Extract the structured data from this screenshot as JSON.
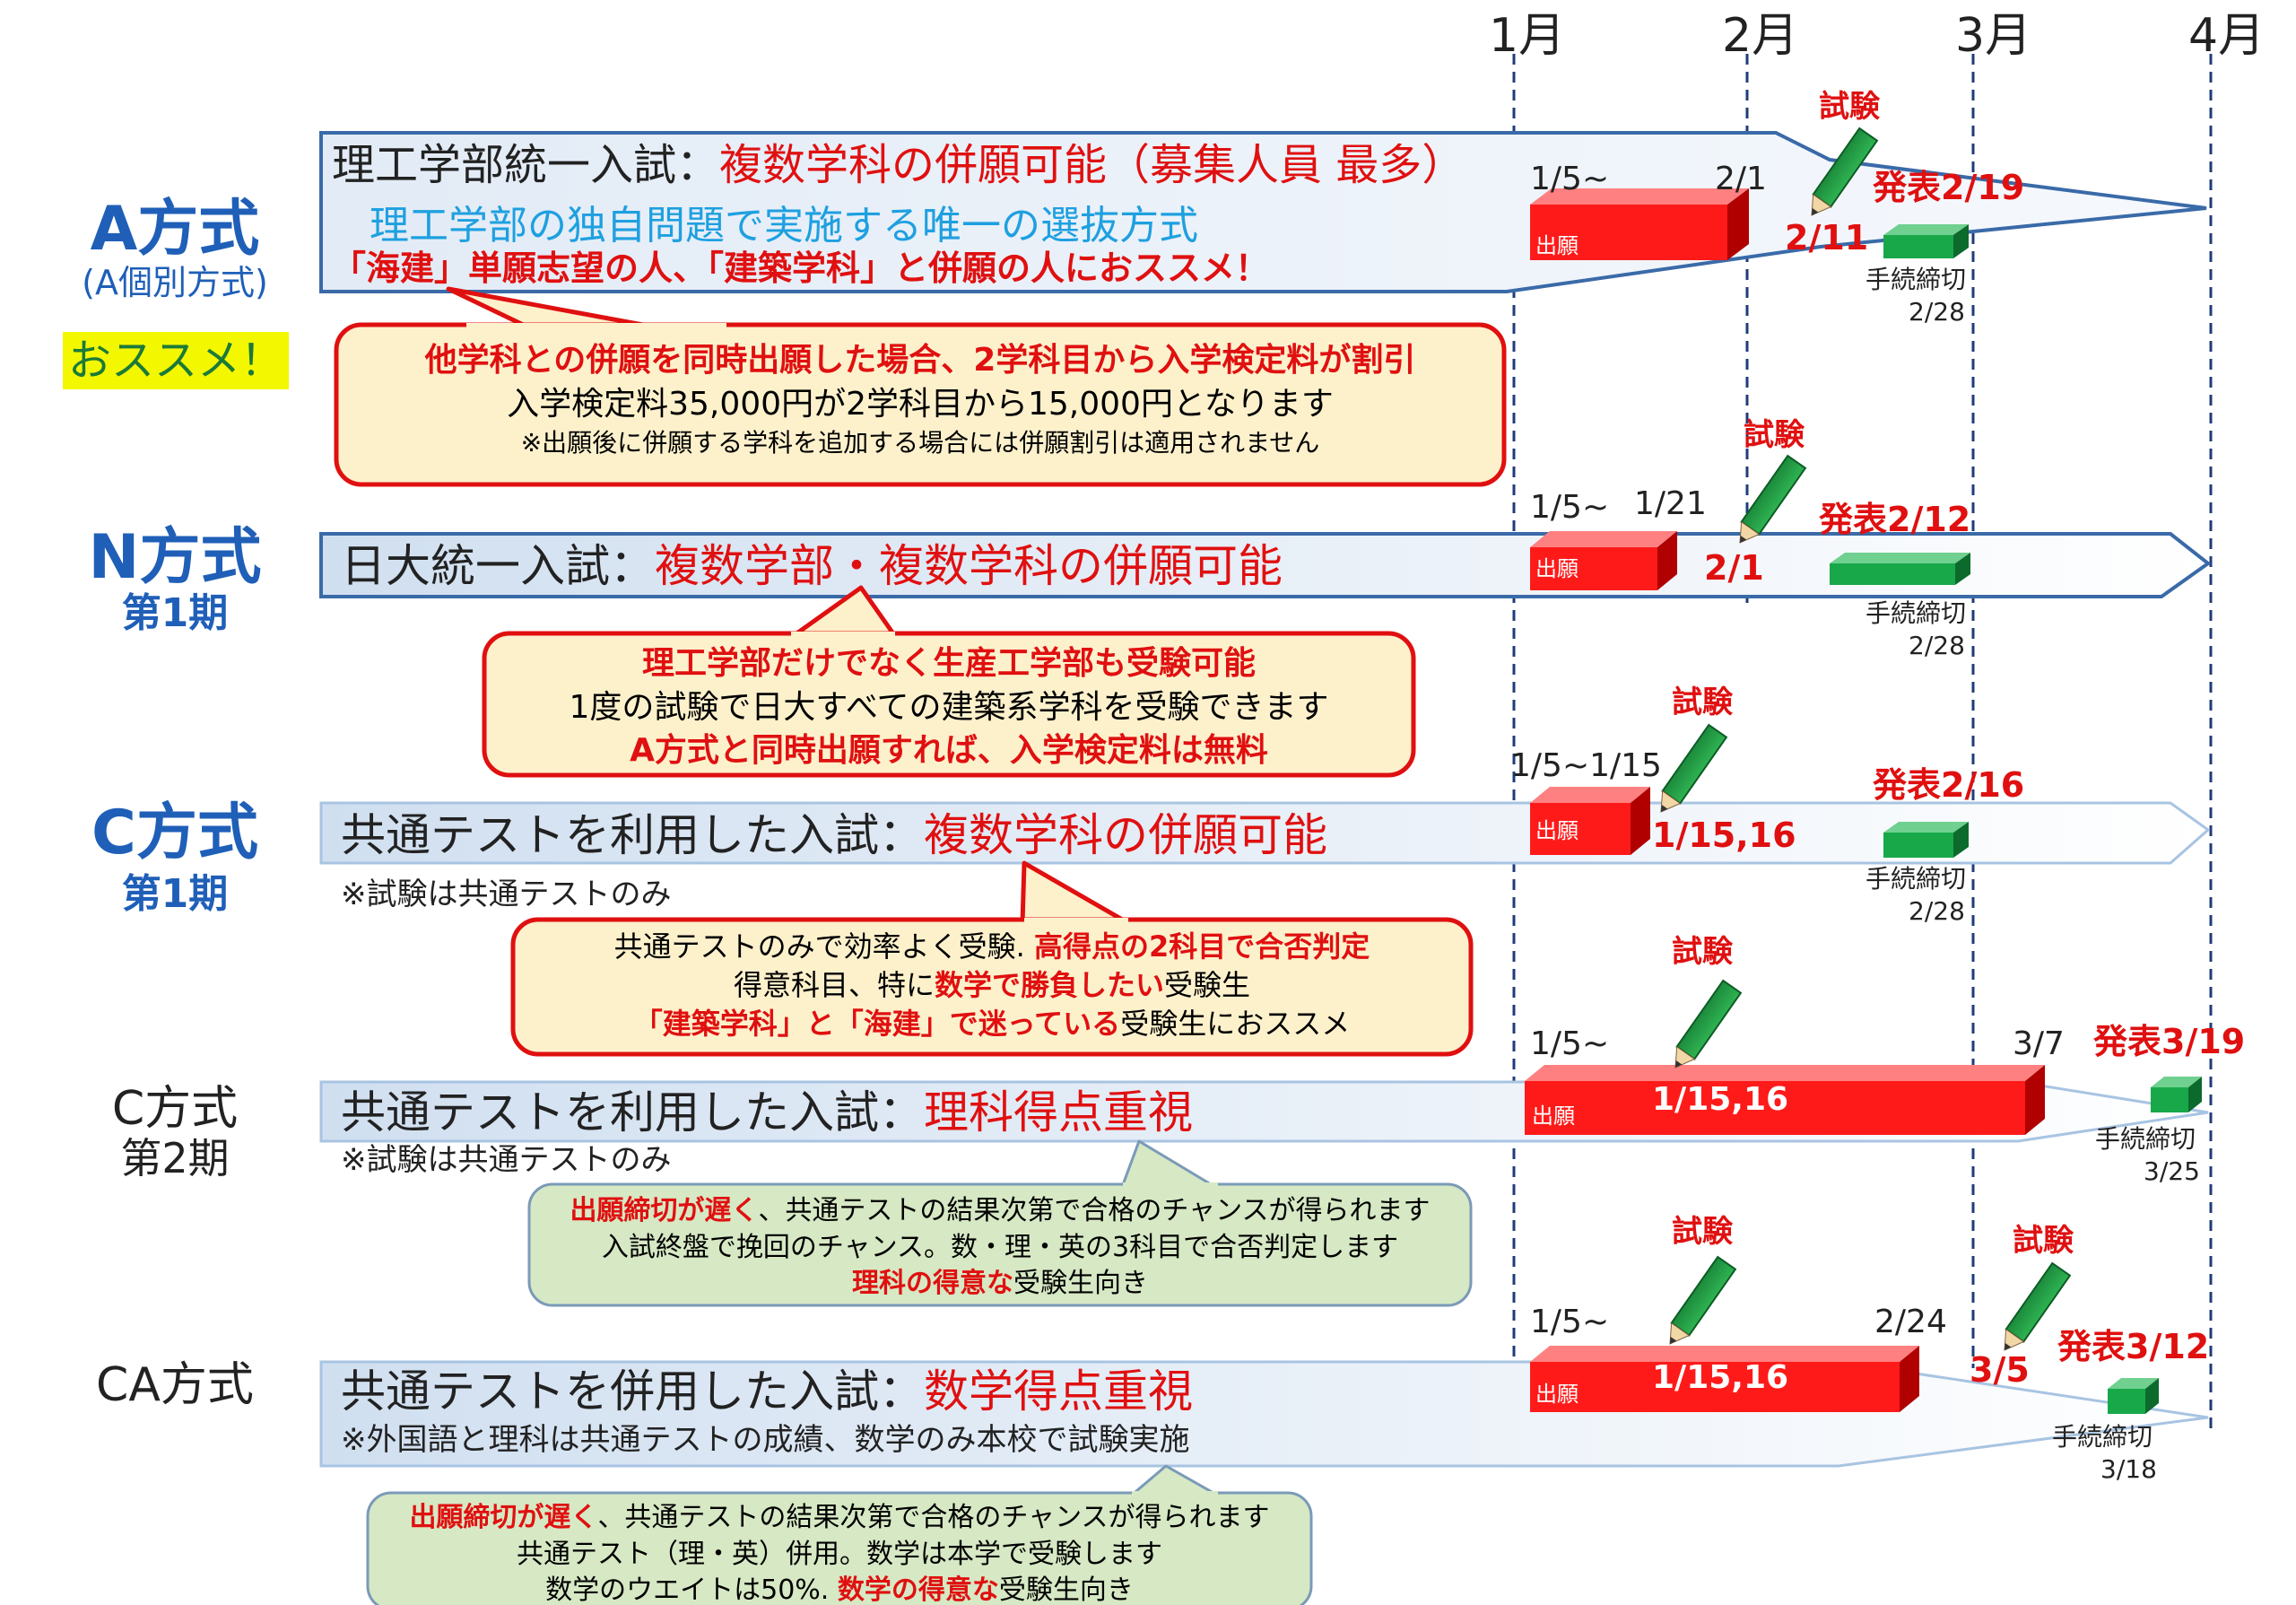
{
  "months": [
    "1月",
    "2月",
    "3月",
    "4月"
  ],
  "recommend_badge": "おススメ！",
  "methods": {
    "a": {
      "name": "A方式",
      "sub": "(A個別方式)"
    },
    "n": {
      "name": "N方式",
      "sub": "第1期"
    },
    "c1": {
      "name": "C方式",
      "sub": "第1期"
    },
    "c2": {
      "name": "C方式",
      "sub": "第2期"
    },
    "ca": {
      "name": "CA方式"
    }
  },
  "banners": {
    "a": {
      "title_black": "理工学部統一入試：",
      "title_red": "複数学科の併願可能（募集人員 最多）",
      "line2": "理工学部の独自問題で実施する唯一の選抜方式",
      "line3": "「海建」単願志望の人、「建築学科」と併願の人におススメ！"
    },
    "n": {
      "title_black": "日大統一入試：",
      "title_red": "複数学部・複数学科の併願可能"
    },
    "c1": {
      "title_black": "共通テストを利用した入試：",
      "title_red": "複数学科の併願可能",
      "note": "※試験は共通テストのみ"
    },
    "c2": {
      "title_black": "共通テストを利用した入試：",
      "title_red": "理科得点重視",
      "note": "※試験は共通テストのみ"
    },
    "ca": {
      "title_black": "共通テストを併用した入試：",
      "title_red": "数学得点重視",
      "note": "※外国語と理科は共通テストの成績、数学のみ本校で試験実施"
    }
  },
  "callouts": {
    "a": {
      "l1": "他学科との併願を同時出願した場合、2学科目から入学検定料が割引",
      "l2": "入学検定料35,000円が2学科目から15,000円となります",
      "l3": "※出願後に併願する学科を追加する場合には併願割引は適用されません"
    },
    "n": {
      "l1": "理工学部だけでなく生産工学部も受験可能",
      "l2": "1度の試験で日大すべての建築系学科を受験できます",
      "l3": "A方式と同時出願すれば、入学検定料は無料"
    },
    "c1": {
      "l1a": "共通テストのみで効率よく受験.",
      "l1b": "高得点の2科目で合否判定",
      "l2a": "得意科目、特に",
      "l2b": "数学で勝負したい",
      "l2c": "受験生",
      "l3a": "「建築学科」と「海建」で迷っている",
      "l3b": "受験生におススメ"
    },
    "c2": {
      "l1a": "出願締切が遅く",
      "l1b": "、共通テストの結果次第で合格のチャンスが得られます",
      "l2": "入試終盤で挽回のチャンス。数・理・英の3科目で合否判定します",
      "l3a": "理科の得意な",
      "l3b": "受験生向き"
    },
    "ca": {
      "l1a": "出願締切が遅く",
      "l1b": "、共通テストの結果次第で合格のチャンスが得られます",
      "l2": "共通テスト（理・英）併用。数学は本学で受験します",
      "l3a": "数学のウエイトは50%.",
      "l3b": "数学の得意な",
      "l3c": "受験生向き"
    }
  },
  "schedule": {
    "a": {
      "start": "1/5~",
      "end": "2/1",
      "bar": "出願",
      "exam_label": "試験",
      "exam_date": "2/11",
      "result": "発表2/19",
      "proc_label": "手続締切",
      "proc_date": "2/28"
    },
    "n": {
      "start": "1/5~",
      "end": "1/21",
      "bar": "出願",
      "exam_label": "試験",
      "exam_date": "2/1",
      "result": "発表2/12",
      "proc_label": "手続締切",
      "proc_date": "2/28"
    },
    "c1": {
      "range": "1/5~1/15",
      "bar": "出願",
      "exam_label": "試験",
      "exam_date": "1/15,16",
      "result": "発表2/16",
      "proc_label": "手続締切",
      "proc_date": "2/28"
    },
    "c2": {
      "start": "1/5~",
      "end": "3/7",
      "bar": "出願",
      "exam_label": "試験",
      "exam_date": "1/15,16",
      "result": "発表3/19",
      "proc_label": "手続締切",
      "proc_date": "3/25"
    },
    "ca": {
      "start": "1/5~",
      "end": "2/24",
      "bar": "出願",
      "exam_label": "試験",
      "exam_date": "1/15,16",
      "exam2_label": "試験",
      "exam2_date": "3/5",
      "result": "発表3/12",
      "proc_label": "手続締切",
      "proc_date": "3/18"
    }
  },
  "colors": {
    "application_bar": "#ff1a1a",
    "result_box": "#18a84a",
    "banner_blue": "#dbe7f4",
    "callout_yellow": "#fdf1cc",
    "callout_green": "#d6e8c4",
    "accent_red": "#e01010",
    "method_blue": "#1f5fb8"
  }
}
